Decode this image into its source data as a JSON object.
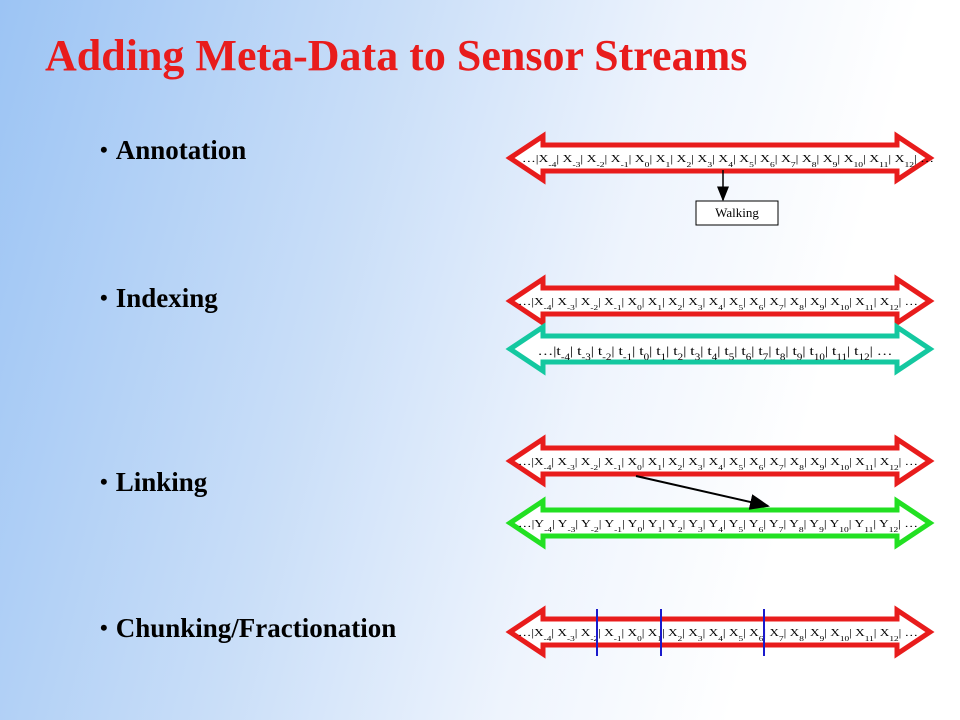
{
  "title": "Adding Meta-Data to Sensor Streams",
  "bullets": {
    "annotation": "Annotation",
    "indexing": "Indexing",
    "linking": "Linking",
    "chunking": "Chunking/Fractionation"
  },
  "colors": {
    "title": "#e81c1c",
    "x_stream": "#e81c1c",
    "t_stream": "#14c8a0",
    "y_stream": "#22e022",
    "chunk_divider": "#1a1acc",
    "link_arrow": "#000000"
  },
  "annotation_tag": "Walking",
  "ellipsis": "…",
  "streams": {
    "annotation_x": {
      "prefix": "X",
      "cells": [
        "-4",
        "-3",
        "-2",
        "-1",
        "0",
        "1",
        "2",
        "3",
        "4",
        "5",
        "6",
        "7",
        "8",
        "9",
        "10",
        "11",
        "12"
      ]
    },
    "indexing_x": {
      "prefix": "X",
      "cells": [
        "-4",
        "-3",
        "-2",
        "-1",
        "0",
        "1",
        "2",
        "3",
        "4",
        "5",
        "6",
        "7",
        "8",
        "9",
        "10",
        "11",
        "12"
      ]
    },
    "indexing_t": {
      "prefix": "t",
      "cells": [
        "-4",
        "-3",
        "-2",
        "-1",
        "0",
        "1",
        "2",
        "3",
        "4",
        "5",
        "6",
        "7",
        "8",
        "9",
        "10",
        "11",
        "12"
      ]
    },
    "linking_x": {
      "prefix": "X",
      "cells": [
        "-4",
        "-3",
        "-2",
        "-1",
        "0",
        "1",
        "2",
        "3",
        "4",
        "5",
        "6",
        "7",
        "8",
        "9",
        "10",
        "11",
        "12"
      ]
    },
    "linking_y": {
      "prefix": "Y",
      "cells": [
        "-4",
        "-3",
        "-2",
        "-1",
        "0",
        "1",
        "2",
        "3",
        "4",
        "5",
        "6",
        "7",
        "8",
        "9",
        "10",
        "11",
        "12"
      ]
    },
    "chunking_x": {
      "prefix": "X",
      "cells": [
        "-4",
        "-3",
        "-2",
        "-1",
        "0",
        "1",
        "2",
        "3",
        "4",
        "5",
        "6",
        "7",
        "8",
        "9",
        "10",
        "11",
        "12"
      ]
    }
  }
}
